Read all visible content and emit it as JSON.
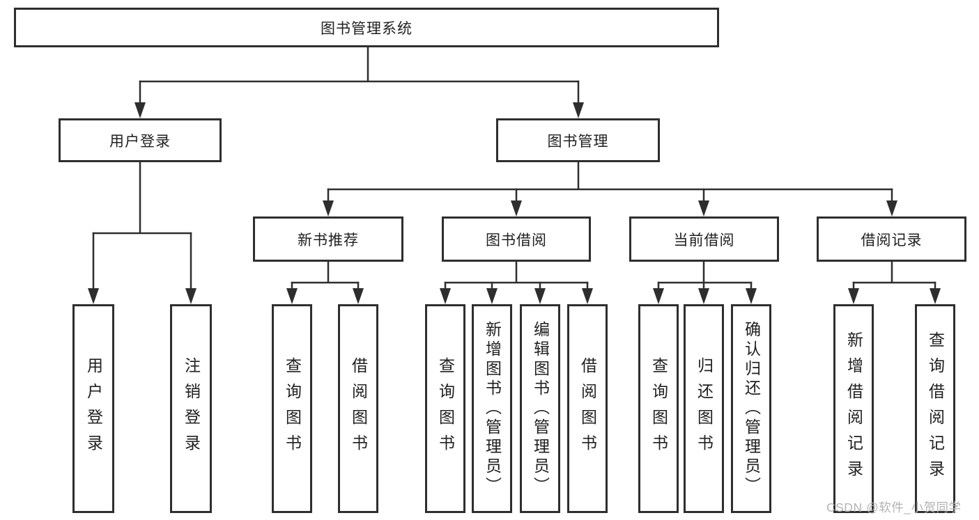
{
  "nodes": {
    "root": "图书管理系统",
    "user_login": "用户登录",
    "book_management": "图书管理",
    "new_book_recommend": "新书推荐",
    "book_borrow": "图书借阅",
    "current_borrow": "当前借阅",
    "borrow_record": "借阅记录",
    "leaf_user_login": "用户登录",
    "leaf_logout_login": "注销登录",
    "leaf_rec_query_book": "查询图书",
    "leaf_rec_borrow_book": "借阅图书",
    "leaf_bb_query_book": "查询图书",
    "leaf_bb_add_book": "新增图书（管理员）",
    "leaf_bb_edit_book": "编辑图书（管理员）",
    "leaf_bb_borrow_book": "借阅图书",
    "leaf_cb_query_book": "查询图书",
    "leaf_cb_return_book": "归还图书",
    "leaf_cb_confirm_return": "确认归还（管理员）",
    "leaf_br_add_record": "新增借阅记录",
    "leaf_br_query_record": "查询借阅记录"
  },
  "watermark": "CSDN @软件_小贺同学",
  "colors": {
    "line": "#2e2e2e",
    "box_border": "#2e2e2e",
    "box_fill": "#ffffff",
    "text": "#1f1f1f",
    "watermark": "#b3b3b3",
    "background": "#ffffff"
  }
}
